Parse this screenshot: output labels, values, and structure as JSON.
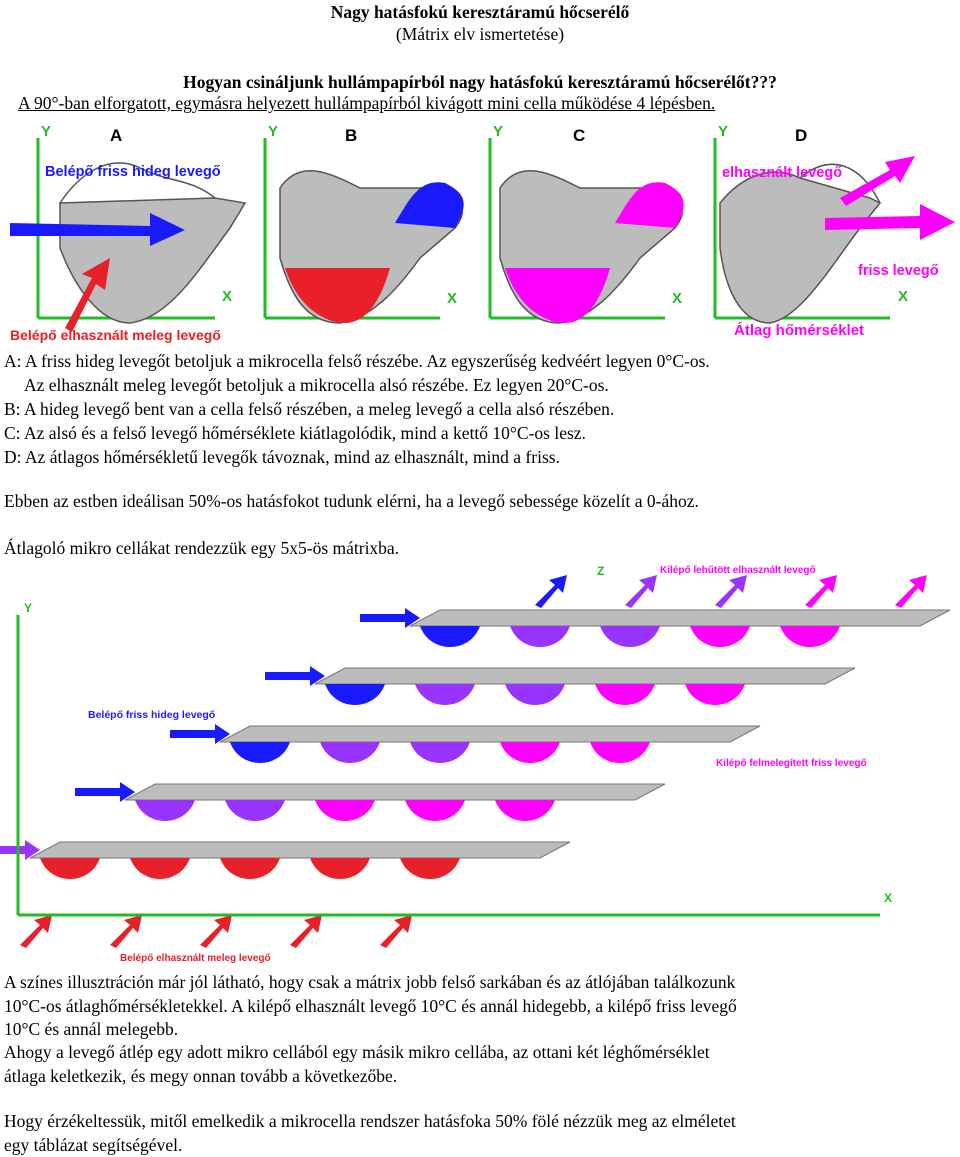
{
  "title": "Nagy hatásfokú keresztáramú hőcserélő",
  "subtitle": "(Mátrix elv ismertetése)",
  "question": "Hogyan csináljunk hullámpapírból nagy hatásfokú keresztáramú hőcserélőt???",
  "intro": "A 90°-ban elforgatott, egymásra helyezett hullámpapírból kivágott mini cella működése 4 lépésben.",
  "figure1": {
    "axis_y": "Y",
    "axis_x": "X",
    "panels": [
      "A",
      "B",
      "C",
      "D"
    ],
    "label_in_cold": "Belépő friss hideg levegő",
    "label_in_warm": "Belépő elhasznált meleg levegő",
    "label_out_used": "elhasznált levegő",
    "label_out_fresh": "friss levegő",
    "label_avg_temp": "Átlag hőmérséklet"
  },
  "steps": [
    "A: A friss hideg levegőt betoljuk a mikrocella felső részébe. Az egyszerűség kedvéért legyen 0°C-os.",
    "Az elhasznált meleg levegőt betoljuk a mikrocella alsó részébe. Ez legyen 20°C-os.",
    "B: A hideg levegő bent van a cella felső részében, a meleg levegő a cella alsó részében.",
    "C: Az alsó és a felső levegő hőmérséklete kiátlagolódik, mind a kettő 10°C-os lesz.",
    "D: Az átlagos hőmérsékletű levegők távoznak, mind az elhasznált, mind a friss."
  ],
  "para_efficiency": "Ebben az estben ideálisan 50%-os hatásfokot tudunk elérni, ha a levegő sebessége közelít a 0-ához.",
  "para_matrix": "Átlagoló mikro cellákat rendezzük egy 5x5-ös mátrixba.",
  "figure2": {
    "axis_y": "Y",
    "axis_x": "X",
    "axis_z": "Z",
    "label_out_cooled": "Kilépő lehűtött elhasznált levegő",
    "label_in_cold": "Belépő friss hideg levegő",
    "label_out_heated": "Kilépő felmelegített friss levegő",
    "label_in_warm": "Belépő elhasznált meleg levegő"
  },
  "para_illustration_1": "A színes illusztráción már jól látható, hogy csak a mátrix jobb felső sarkában és az átlójában találkozunk",
  "para_illustration_2": "10°C-os átlaghőmérsékletekkel. A kilépő elhasznált levegő 10°C és annál hidegebb, a kilépő friss levegő",
  "para_illustration_3": "10°C és annál melegebb.",
  "para_step_1": "Ahogy a levegő átlép egy adott mikro cellából egy másik mikro cellába, az ottani két léghőmérséklet",
  "para_step_2": "átlaga keletkezik, és megy onnan tovább a következőbe.",
  "para_table_1": "Hogy érzékeltessük, mitől emelkedik a mikrocella rendszer hatásfoka 50% fölé nézzük meg az elméletet",
  "para_table_2": "egy táblázat segítségével.",
  "colors": {
    "cold": "#1a1aff",
    "warm": "#e8202a",
    "avg": "#ff00ff",
    "purple": "#9933ff",
    "gray": "#bcbcbc",
    "axis": "#22bb22"
  }
}
